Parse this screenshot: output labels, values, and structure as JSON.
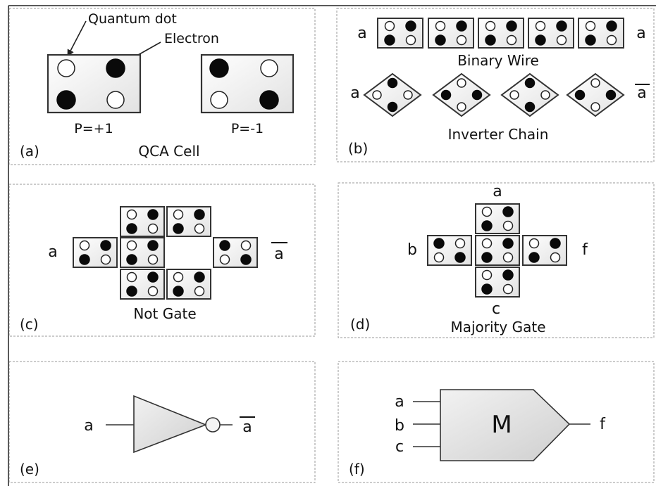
{
  "panels": {
    "a": {
      "tag": "(a)",
      "title": "QCA Cell",
      "callout_dot": "Quantum dot",
      "callout_electron": "Electron",
      "cell_plus_label": "P=+1",
      "cell_minus_label": "P=-1"
    },
    "b": {
      "tag": "(b)",
      "wire_title": "Binary Wire",
      "wire_in": "a",
      "wire_out": "a",
      "chain_title": "Inverter Chain",
      "chain_in": "a",
      "chain_out": "a"
    },
    "c": {
      "tag": "(c)",
      "title": "Not Gate",
      "in": "a",
      "out": "a"
    },
    "d": {
      "tag": "(d)",
      "title": "Majority Gate",
      "in_top": "a",
      "in_left": "b",
      "in_bottom": "c",
      "out": "f"
    },
    "e": {
      "tag": "(e)",
      "in": "a",
      "out": "a"
    },
    "f": {
      "tag": "(f)",
      "in_a": "a",
      "in_b": "b",
      "in_c": "c",
      "gate_label": "M",
      "out": "f"
    }
  }
}
